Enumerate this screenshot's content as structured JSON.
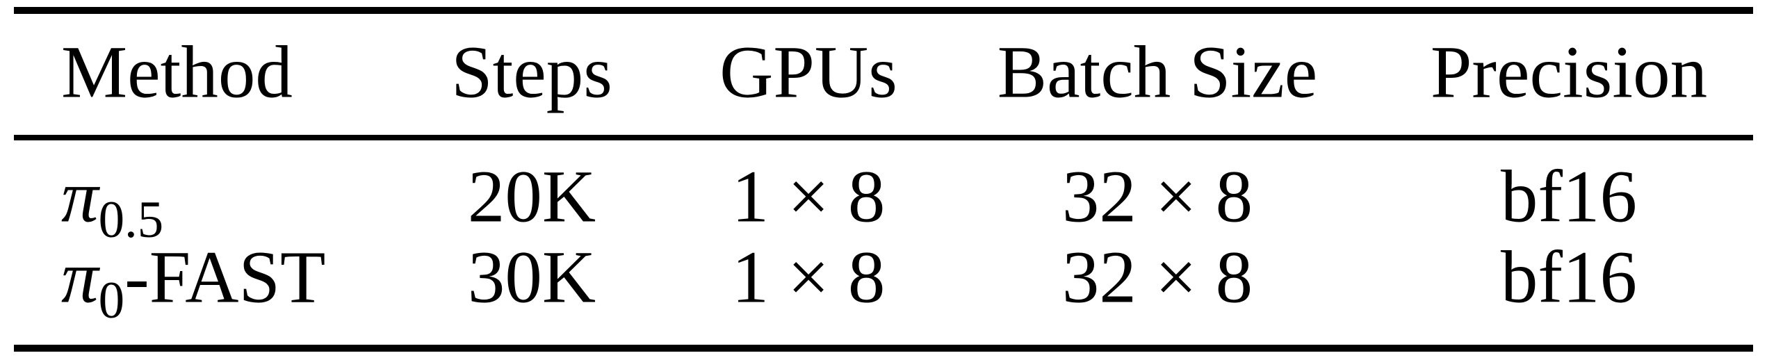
{
  "table": {
    "columns": [
      "Method",
      "Steps",
      "GPUs",
      "Batch Size",
      "Precision"
    ],
    "rows": [
      {
        "method_base": "π",
        "method_sub": "0.5",
        "method_suffix": "",
        "steps": "20K",
        "gpus": "1 × 8",
        "batch_size": "32 × 8",
        "precision": "bf16"
      },
      {
        "method_base": "π",
        "method_sub": "0",
        "method_suffix": "-FAST",
        "steps": "30K",
        "gpus": "1 × 8",
        "batch_size": "32 × 8",
        "precision": "bf16"
      }
    ]
  },
  "colors": {
    "text": "#000000",
    "rule": "#000000",
    "background": "#ffffff"
  }
}
